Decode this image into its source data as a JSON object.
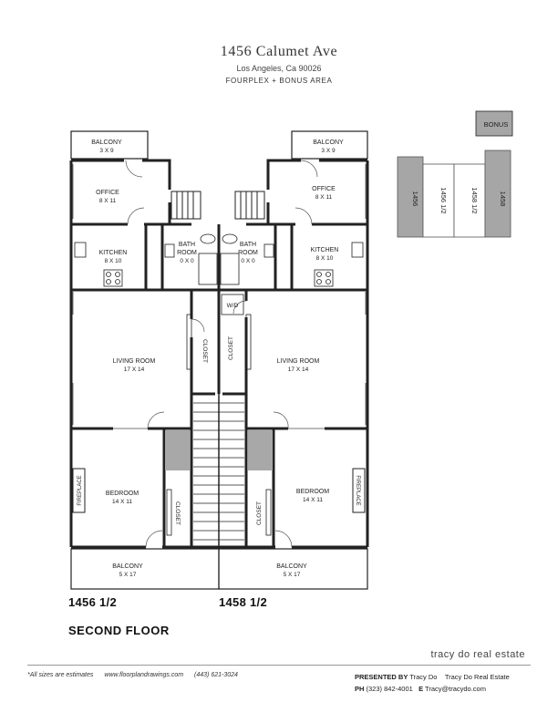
{
  "header": {
    "title": "1456 Calumet Ave",
    "address": "Los Angeles, Ca 90026",
    "property_type": "FOURPLEX + BONUS AREA"
  },
  "rooms": {
    "balcony_top_left": {
      "name": "BALCONY",
      "size": "3 X 9"
    },
    "balcony_top_right": {
      "name": "BALCONY",
      "size": "3 X 9"
    },
    "office_left": {
      "name": "OFFICE",
      "size": "8 X 11"
    },
    "office_right": {
      "name": "OFFICE",
      "size": "8 X 11"
    },
    "kitchen_left": {
      "name": "KITCHEN",
      "size": "8 X 10"
    },
    "kitchen_right": {
      "name": "KITCHEN",
      "size": "8 X 10"
    },
    "bath_left": {
      "name1": "BATH",
      "name2": "ROOM",
      "size": "0 X 0"
    },
    "bath_right": {
      "name1": "BATH",
      "name2": "ROOM",
      "size": "0 X 0"
    },
    "living_left": {
      "name": "LIVING ROOM",
      "size": "17 X 14"
    },
    "living_right": {
      "name": "LIVING ROOM",
      "size": "17 X 14"
    },
    "bedroom_left": {
      "name": "BEDROOM",
      "size": "14 X 11"
    },
    "bedroom_right": {
      "name": "BEDROOM",
      "size": "14 X 11"
    },
    "balcony_bottom_left": {
      "name": "BALCONY",
      "size": "5 X 17"
    },
    "balcony_bottom_right": {
      "name": "BALCONY",
      "size": "5 X 17"
    },
    "closet": "CLOSET",
    "fireplace": "FIREPLACE",
    "washer_dryer": "W/D"
  },
  "key_map": {
    "bonus": "BONUS",
    "units": [
      "1456",
      "1456 1/2",
      "1458 1/2",
      "1458"
    ]
  },
  "unit_labels": {
    "left": "1456 1/2",
    "right": "1458 1/2"
  },
  "floor_label": "SECOND FLOOR",
  "branding": "tracy do real estate",
  "footer": {
    "disclaimer": "*All sizes are estimates",
    "website": "www.floorplandrawings.com",
    "phone": "(443) 621-3024",
    "presented_by_label": "PRESENTED BY",
    "presenter": "Tracy Do",
    "company": "Tracy Do Real Estate",
    "ph_label": "PH",
    "ph": "(323) 842-4001",
    "email_label": "E",
    "email": "Tracy@tracydo.com"
  },
  "colors": {
    "wall": "#222222",
    "shaft": "#a8a8a8",
    "key_dark": "#a6a6a6",
    "key_light": "#ffffff"
  }
}
